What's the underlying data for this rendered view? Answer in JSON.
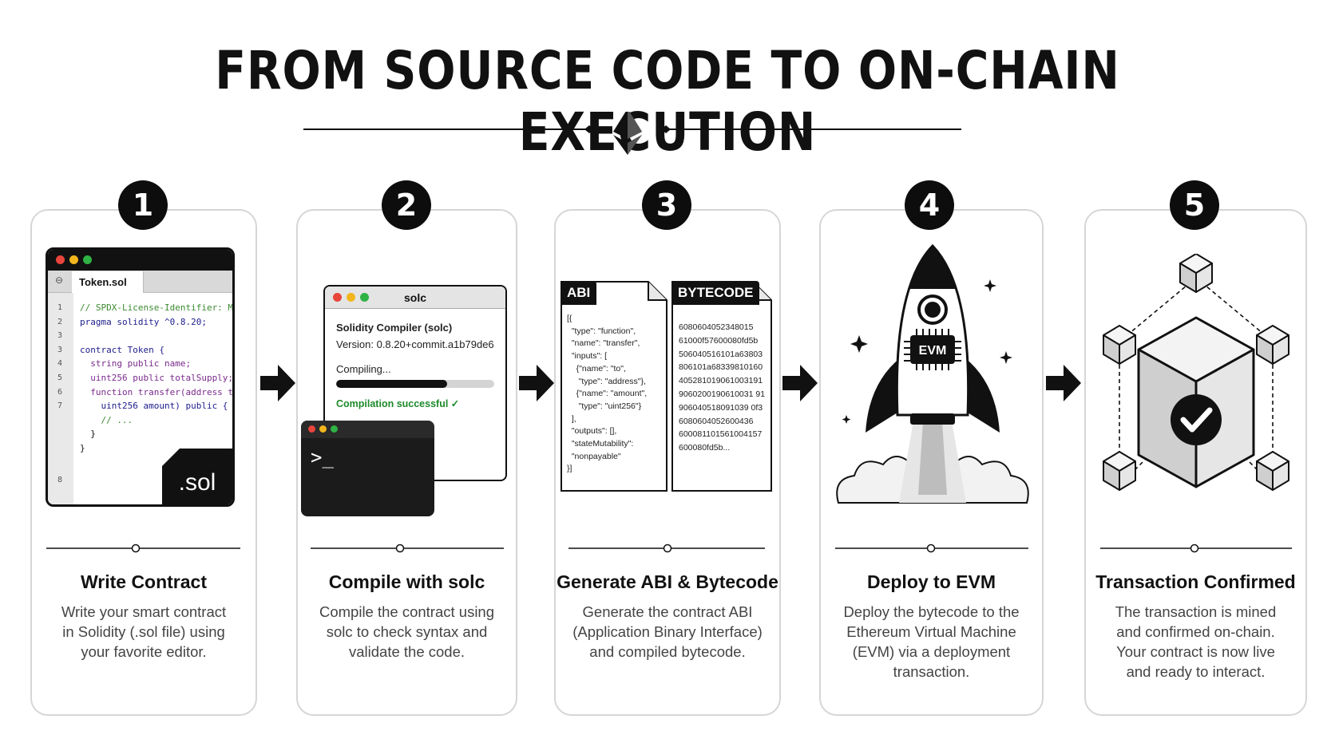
{
  "title": "FROM SOURCE CODE TO ON-CHAIN EXECUTION",
  "steps": [
    {
      "number": "1",
      "title": "Write Contract",
      "description": [
        "Write your smart contract",
        "in Solidity (.sol file) using",
        "your favorite editor."
      ]
    },
    {
      "number": "2",
      "title": "Compile with solc",
      "description": [
        "Compile the contract using",
        "solc to check syntax and",
        "validate the code."
      ]
    },
    {
      "number": "3",
      "title": "Generate ABI & Bytecode",
      "description": [
        "Generate the contract ABI",
        "(Application Binary Interface)",
        "and compiled bytecode."
      ]
    },
    {
      "number": "4",
      "title": "Deploy to EVM",
      "description": [
        "Deploy the bytecode to the",
        "Ethereum Virtual Machine",
        "(EVM) via a deployment",
        "transaction."
      ]
    },
    {
      "number": "5",
      "title": "Transaction Confirmed",
      "description": [
        "The transaction is mined",
        "and confirmed on-chain.",
        "Your contract is now live",
        "and ready to interact."
      ]
    }
  ],
  "editor": {
    "tab_label": "Token.sol",
    "badge": ".sol",
    "lines": [
      {
        "ln": "1",
        "text": "// SPDX-License-Identifier: MIT",
        "color": "#3a8a2e"
      },
      {
        "ln": "2",
        "text": "pragma solidity ^0.8.20;",
        "color": "#1c1c8c"
      },
      {
        "ln": "3",
        "text": "",
        "color": "#111111"
      },
      {
        "ln": "3",
        "text": "contract Token {",
        "color": "#1c1c8c"
      },
      {
        "ln": "4",
        "text": "  string public name;",
        "color": "#7a2a8c"
      },
      {
        "ln": "5",
        "text": "  uint256 public totalSupply;",
        "color": "#7a2a8c"
      },
      {
        "ln": "6",
        "text": "  function transfer(address to,",
        "color": "#7a2a8c"
      },
      {
        "ln": "7",
        "text": "    uint256 amount) public {",
        "color": "#1c1c8c"
      },
      {
        "ln": "",
        "text": "    // ...",
        "color": "#3a8a2e"
      },
      {
        "ln": "",
        "text": "  }",
        "color": "#111111"
      },
      {
        "ln": "",
        "text": "}",
        "color": "#111111"
      },
      {
        "ln": "8",
        "text": "",
        "color": "#111111"
      }
    ]
  },
  "compiler": {
    "window_title": "solc",
    "heading": "Solidity Compiler (solc)",
    "version": "Version: 0.8.20+commit.a1b79de6",
    "status": "Compiling...",
    "progress": 0.7,
    "result": "Compilation successful ✓",
    "terminal_prompt": ">_"
  },
  "abi": {
    "label": "ABI",
    "lines": [
      "[{",
      "  \"type\": \"function\",",
      "  \"name\": \"transfer\",",
      "  \"inputs\": [",
      "    {\"name\": \"to\",",
      "     \"type\": \"address\"},",
      "    {\"name\": \"amount\",",
      "     \"type\": \"uint256\"}",
      "  ],",
      "  \"outputs\": [],",
      "  \"stateMutability\":",
      "  \"nonpayable\"",
      "}]"
    ]
  },
  "bytecode": {
    "label": "BYTECODE",
    "lines": [
      "6080604052348015",
      "61000f57600080fd5b",
      "506040516101a63803",
      "806101a68339810160",
      "405281019061003191",
      "9060200190610031 91",
      "906040518091039 0f3",
      "6080604052600436",
      "600081101561004157",
      "600080fd5b..."
    ]
  },
  "rocket": {
    "chip_label": "EVM"
  },
  "colors": {
    "accent": "#111111",
    "dot_red": "#e8453c",
    "dot_yellow": "#f2b61c",
    "dot_green": "#2fb344",
    "success_green": "#1e8a2c"
  }
}
